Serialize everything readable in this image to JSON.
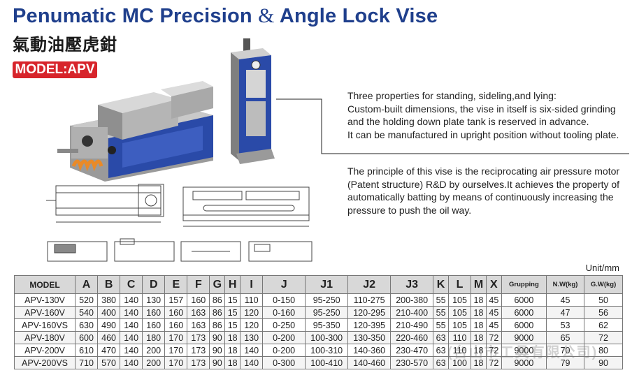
{
  "header": {
    "title_en_a": "Penumatic MC Precision",
    "title_en_amp": "&",
    "title_en_b": "Angle Lock Vise",
    "title_zh": "氣動油壓虎鉗",
    "model": "MODEL:APV"
  },
  "description": {
    "block1": [
      "Three properties for standing, sideling,and lying:",
      "Custom-built dimensions, the vise in itself is six-sided grinding",
      "and the holding down plate tank is reserved in advance.",
      "It can be manufactured in upright position without tooling plate."
    ],
    "block2": [
      "The principle of this vise is the reciprocating air pressure motor",
      "(Patent structure) R&D by ourselves.It achieves the property of",
      "automatically batting by means of continuously increasing the",
      "pressure to push the oil way."
    ]
  },
  "unit": "Unit/mm",
  "table": {
    "headers": [
      "MODEL",
      "A",
      "B",
      "C",
      "D",
      "E",
      "F",
      "G",
      "H",
      "I",
      "J",
      "J1",
      "J2",
      "J3",
      "K",
      "L",
      "M",
      "X",
      "Grupping",
      "N.W(kg)",
      "G.W(kg)"
    ],
    "rows": [
      [
        "APV-130V",
        "520",
        "380",
        "140",
        "130",
        "157",
        "160",
        "86",
        "15",
        "110",
        "0-150",
        "95-250",
        "110-275",
        "200-380",
        "55",
        "105",
        "18",
        "45",
        "6000",
        "45",
        "50"
      ],
      [
        "APV-160V",
        "540",
        "400",
        "140",
        "160",
        "160",
        "163",
        "86",
        "15",
        "120",
        "0-160",
        "95-250",
        "120-295",
        "210-400",
        "55",
        "105",
        "18",
        "45",
        "6000",
        "47",
        "56"
      ],
      [
        "APV-160VS",
        "630",
        "490",
        "140",
        "160",
        "160",
        "163",
        "86",
        "15",
        "120",
        "0-250",
        "95-350",
        "120-395",
        "210-490",
        "55",
        "105",
        "18",
        "45",
        "6000",
        "53",
        "62"
      ],
      [
        "APV-180V",
        "600",
        "460",
        "140",
        "180",
        "170",
        "173",
        "90",
        "18",
        "130",
        "0-200",
        "100-300",
        "130-350",
        "220-460",
        "63",
        "110",
        "18",
        "72",
        "9000",
        "65",
        "72"
      ],
      [
        "APV-200V",
        "610",
        "470",
        "140",
        "200",
        "170",
        "173",
        "90",
        "18",
        "140",
        "0-200",
        "100-310",
        "140-360",
        "230-470",
        "63",
        "110",
        "18",
        "72",
        "9000",
        "70",
        "80"
      ],
      [
        "APV-200VS",
        "710",
        "570",
        "140",
        "200",
        "170",
        "173",
        "90",
        "18",
        "140",
        "0-300",
        "100-410",
        "140-460",
        "230-570",
        "63",
        "100",
        "18",
        "72",
        "9000",
        "79",
        "90"
      ]
    ]
  },
  "watermark": "(台山市工具有限公司)",
  "colors": {
    "title": "#1f3f8c",
    "badge": "#d7242b",
    "vise_blue": "#2a4aa8"
  }
}
